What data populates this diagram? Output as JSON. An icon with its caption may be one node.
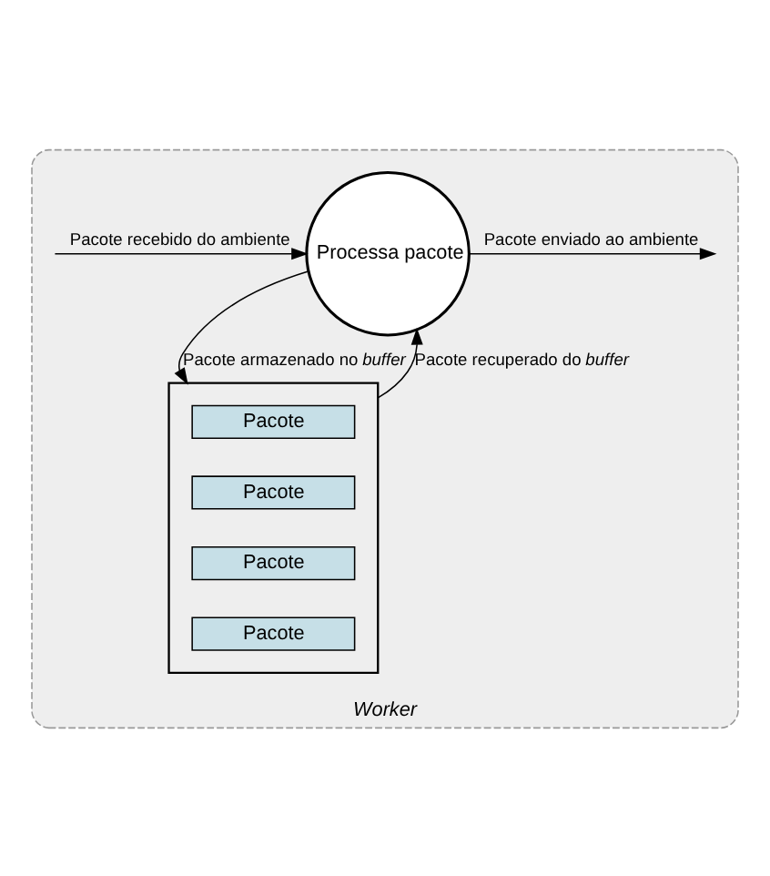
{
  "diagram": {
    "nodes": [
      {
        "text": [
          "Worker"
        ]
      },
      {
        "text": [
          "Processa pacote"
        ],
        "in": 0
      },
      {
        "text": [],
        "shape": "box",
        "in": 0
      },
      {
        "text": [
          "Pacote"
        ],
        "in": 2
      },
      {
        "text": [
          "Pacote"
        ],
        "in": 2
      },
      {
        "text": [
          "Pacote"
        ],
        "in": 2
      },
      {
        "text": [
          "Pacote"
        ],
        "in": 2
      }
    ],
    "edges": [
      {
        "from": null,
        "to": 1,
        "arrow": "to",
        "label": "Pacote recebido do ambiente"
      },
      {
        "from": 1,
        "to": null,
        "arrow": "to",
        "label": "Pacote enviado ao ambiente"
      },
      {
        "from": 1,
        "to": 2,
        "arrow": "to",
        "label": "Pacote armazenado no *buffer*"
      },
      {
        "from": 2,
        "to": 1,
        "arrow": "to",
        "label": "Pacote recuperado do *buffer*"
      }
    ]
  }
}
